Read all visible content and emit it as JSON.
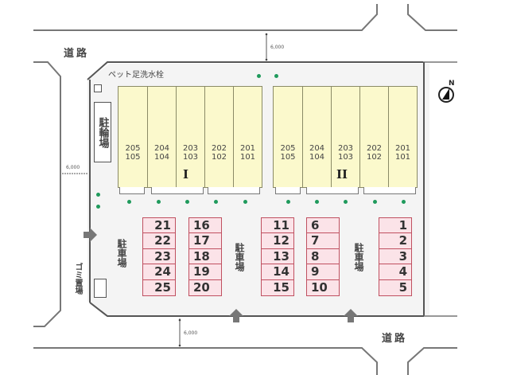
{
  "roads": {
    "top_label": "道路",
    "bottom_label": "道路",
    "top_width": "6,000",
    "left_width": "6,000",
    "bottom_width": "6,000"
  },
  "facilities": {
    "pet_wash": "ペット足洗水栓",
    "bicycle_parking": "駐輪場",
    "garbage": "ゴミ置場",
    "parking_labels": [
      "駐車場",
      "駐車場",
      "駐車場"
    ]
  },
  "buildings": [
    {
      "name": "I",
      "units": [
        {
          "upper": "205",
          "lower": "105"
        },
        {
          "upper": "204",
          "lower": "104"
        },
        {
          "upper": "203",
          "lower": "103"
        },
        {
          "upper": "202",
          "lower": "102"
        },
        {
          "upper": "201",
          "lower": "101"
        }
      ]
    },
    {
      "name": "II",
      "units": [
        {
          "upper": "205",
          "lower": "105"
        },
        {
          "upper": "204",
          "lower": "104"
        },
        {
          "upper": "203",
          "lower": "103"
        },
        {
          "upper": "202",
          "lower": "102"
        },
        {
          "upper": "201",
          "lower": "101"
        }
      ]
    }
  ],
  "parking_columns": [
    {
      "slots": [
        "21",
        "22",
        "23",
        "24",
        "25"
      ]
    },
    {
      "slots": [
        "16",
        "17",
        "18",
        "19",
        "20"
      ]
    },
    {
      "slots": [
        "11",
        "12",
        "13",
        "14",
        "15"
      ]
    },
    {
      "slots": [
        "6",
        "7",
        "8",
        "9",
        "10"
      ]
    },
    {
      "slots": [
        "1",
        "2",
        "3",
        "4",
        "5"
      ]
    }
  ],
  "compass": {
    "label": "N"
  },
  "colors": {
    "building_fill": "#fbf9cc",
    "parking_fill": "#fbe3e8",
    "parking_border": "#c05060",
    "tree_dot": "#1f9a5c",
    "site_fill": "#f4f4f4"
  }
}
